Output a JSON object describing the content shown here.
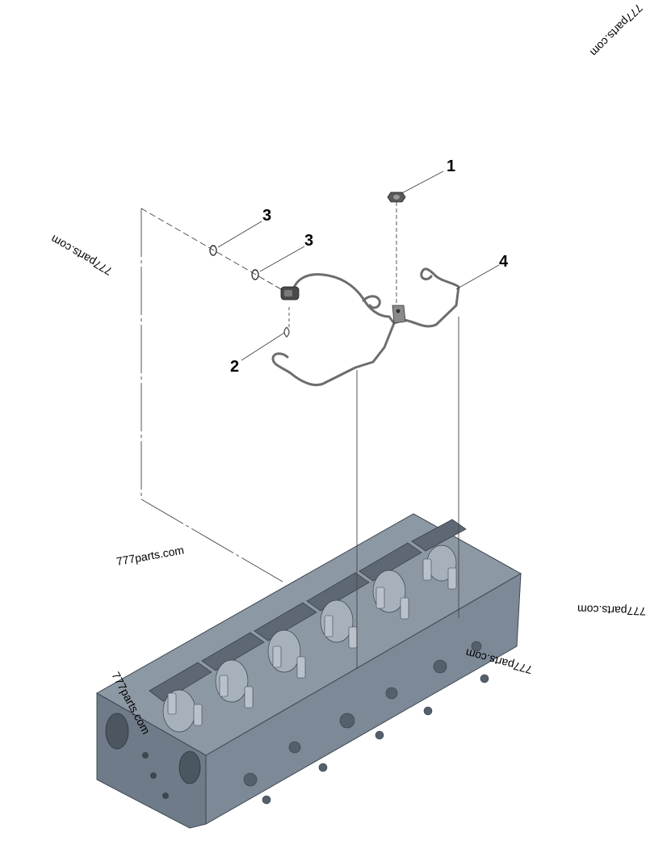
{
  "callouts": [
    "1",
    "2",
    "3",
    "3",
    "4"
  ],
  "watermarks": [
    "777parts.com",
    "777parts.com",
    "777parts.com",
    "777parts.com",
    "777parts.com",
    "777parts.com"
  ],
  "colors": {
    "head_body": "#7b8796",
    "head_shadow": "#4f5a66",
    "head_light": "#a3adb8",
    "harness": "#6d6d6d",
    "line": "#444444"
  }
}
